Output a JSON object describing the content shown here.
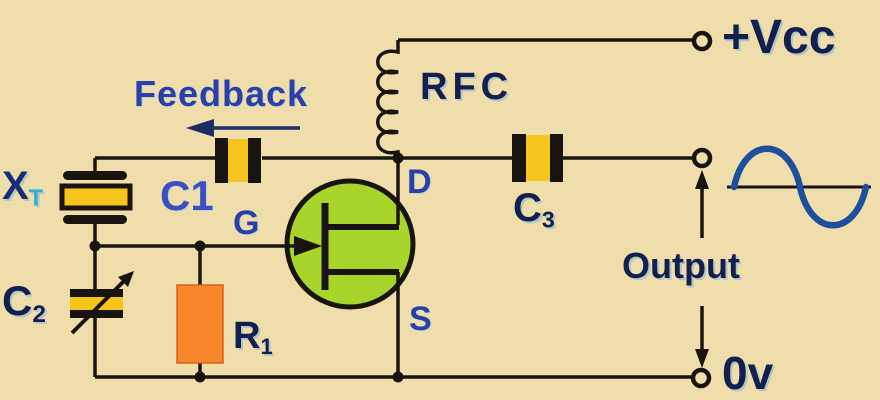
{
  "diagram": {
    "type": "circuit-schematic",
    "subject": "Crystal oscillator circuit with JFET",
    "background_color": "#EFDEAB",
    "colors": {
      "wire": "#191410",
      "capacitor_yellow": "#F6C51B",
      "resistor_orange": "#F8862B",
      "fet_green": "#A9D42C",
      "sine_blue": "#1E4E9E",
      "label_dark_navy": "#131F4D",
      "label_blue": "#2B3FA8",
      "label_royal_blue": "#3B4EC2",
      "label_cyan": "#2EAEDC"
    },
    "labels": {
      "feedback": "Feedback",
      "rfc": "RFC",
      "vcc": "+Vcc",
      "ground": "0v",
      "output": "Output",
      "c1": "C1",
      "crystal": {
        "main": "X",
        "sub": "T"
      },
      "c2": {
        "main": "C",
        "sub": "2"
      },
      "c3": {
        "main": "C",
        "sub": "3"
      },
      "r1": {
        "main": "R",
        "sub": "1"
      },
      "gate": "G",
      "drain": "D",
      "source": "S"
    },
    "components": [
      {
        "id": "XT",
        "kind": "quartz-crystal"
      },
      {
        "id": "C1",
        "kind": "fixed-capacitor"
      },
      {
        "id": "C2",
        "kind": "variable-capacitor"
      },
      {
        "id": "C3",
        "kind": "fixed-capacitor"
      },
      {
        "id": "R1",
        "kind": "resistor"
      },
      {
        "id": "RFC",
        "kind": "rf-choke-inductor"
      },
      {
        "id": "Q1",
        "kind": "n-channel-jfet",
        "pins": [
          "G",
          "D",
          "S"
        ]
      },
      {
        "id": "OUT",
        "kind": "output-terminal-pair",
        "signal": "sine-wave"
      }
    ]
  }
}
